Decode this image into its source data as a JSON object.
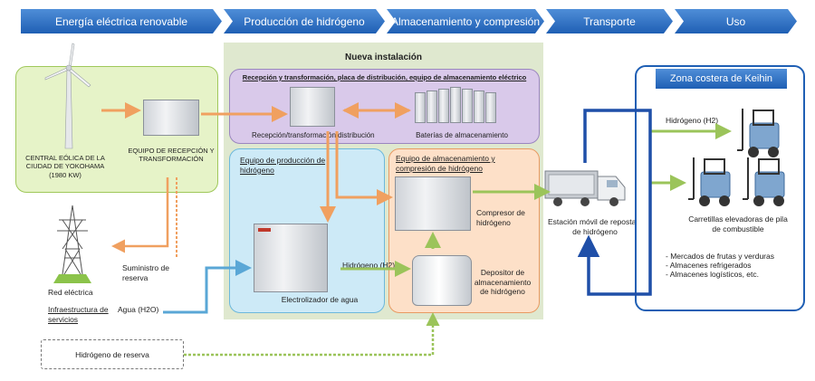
{
  "stages": [
    "Energía eléctrica renovable",
    "Producción de hidrógeno",
    "Almacenamiento y compresión",
    "Transporte",
    "Uso"
  ],
  "new_installation": {
    "title": "Nueva instalación",
    "reception_panel_title": "Recepción y transformación, placa de distribución, equipo de almacenamiento eléctrico",
    "reception_label": "Recepción/transformación/distribución",
    "batteries_label": "Baterías de almacenamiento",
    "production_title": "Equipo de producción de hidrógeno",
    "electrolyzer_label": "Electrolizador de agua",
    "storage_title": "Equipo de almacenamiento y compresión de hidrógeno",
    "compressor_label": "Compresor de hidrógeno",
    "tank_label": "Depositor de almacenamiento de hidrógeno",
    "h2_label": "Hidrógeno (H2)"
  },
  "left": {
    "wind_label": "CENTRAL EÓLICA DE LA CIUDAD DE YOKOHAMA",
    "wind_capacity": "(1980 KW)",
    "equipment_label": "EQUIPO DE RECEPCIÓN Y TRANSFORMACIÓN",
    "grid_label": "Red eléctrica",
    "backup_supply": "Suministro de reserva",
    "infra_label": "Infraestructura de servicios",
    "water_label": "Agua (H2O)",
    "backup_h2": "Hidrógeno de reserva"
  },
  "transport": {
    "station_label": "Estación móvil de repostaje de hidrógeno"
  },
  "use": {
    "zone_title": "Zona costera de Keihin",
    "h2_label": "Hidrógeno (H2)",
    "forklift_label": "Carretillas elevadoras de pila de combustible",
    "places": [
      "- Mercados de frutas y verduras",
      "- Almacenes refrigerados",
      "- Almacenes logísticos, etc."
    ]
  },
  "colors": {
    "header": "#1f5fb4",
    "renewable_box": "#e6f3c8",
    "install_bg": "#dfe8cf",
    "reception_box": "#d9c9ea",
    "production_box": "#cdeaf7",
    "storage_box": "#fde0c8",
    "power_arrow": "#f0a060",
    "h2_arrow": "#9bc45a",
    "water_arrow": "#5aa7d6",
    "truck_route": "#1f4fa8"
  }
}
